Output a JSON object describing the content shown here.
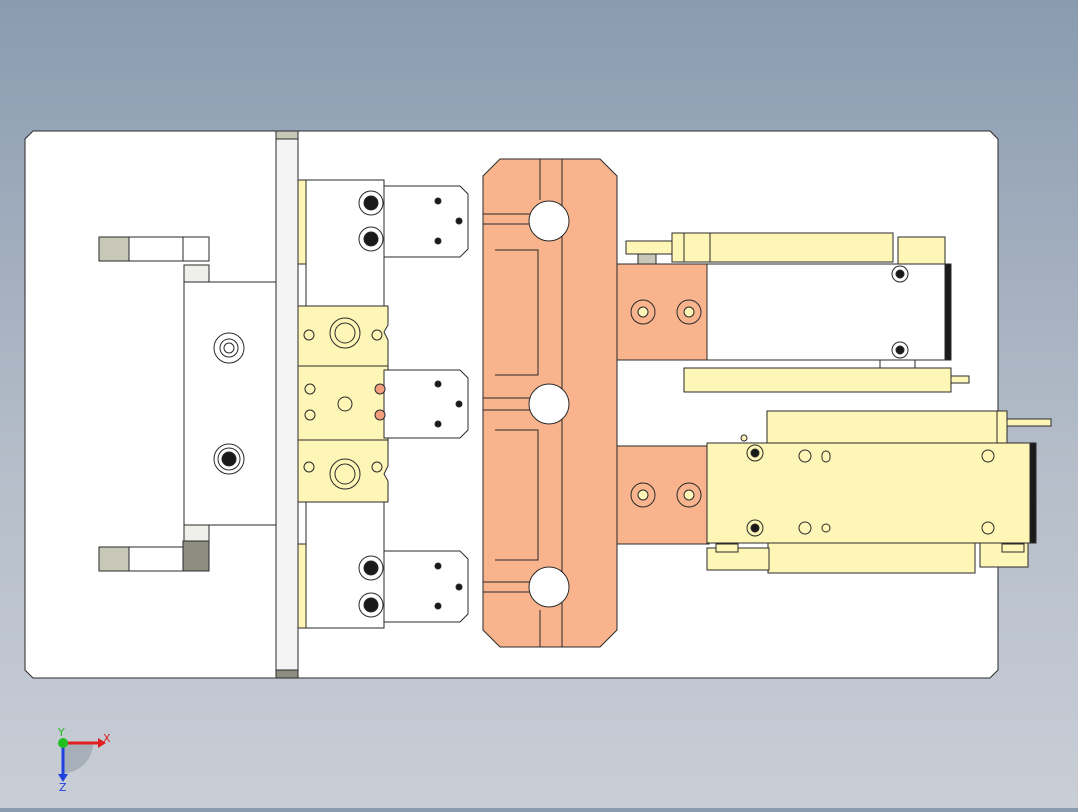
{
  "colors": {
    "background_top": "#8a9bb0",
    "background_bottom": "#c9ced6",
    "base_plate": "#ffffff",
    "outline": "#2a2a2a",
    "copper": "#f9b48e",
    "copper_dark": "#e39872",
    "brass": "#fdf6b6",
    "brass_dark": "#e9dd8a",
    "steel_grey": "#c8c8b8",
    "steel_dark": "#8e8e80",
    "axis_x": "#e02020",
    "axis_y": "#20c020",
    "axis_z": "#2040e0"
  },
  "triad": {
    "x_label": "X",
    "y_label": "Y",
    "z_label": "Z"
  },
  "icons": {
    "orientation": "orientation-triad-icon"
  }
}
